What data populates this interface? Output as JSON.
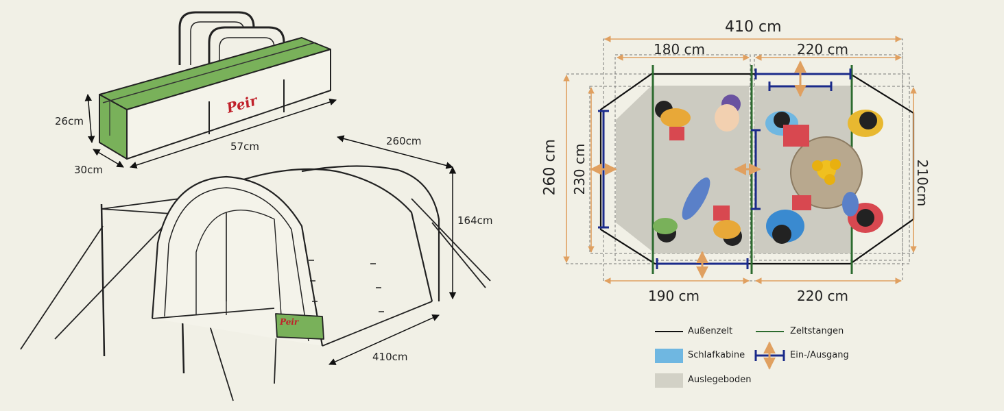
{
  "bag": {
    "brand": "Peir",
    "height": "26cm",
    "depth": "30cm",
    "length": "57cm"
  },
  "tent": {
    "brand": "Peir",
    "depth": "260cm",
    "height": "164cm",
    "length": "410cm"
  },
  "floorplan": {
    "total_length": "410 cm",
    "top_left": "180 cm",
    "top_right": "220 cm",
    "bottom_left": "190 cm",
    "bottom_right": "220 cm",
    "outer_depth": "260 cm",
    "inner_depth": "230 cm",
    "right_depth": "210cm"
  },
  "legend": {
    "items": [
      {
        "label": "Außenzelt",
        "color": "#111111"
      },
      {
        "label": "Zeltstangen",
        "color": "#2c6b2f"
      },
      {
        "label": "Schlafkabine",
        "color": "#6fb7e1"
      },
      {
        "label": "Ein-/Ausgang",
        "color": "#1a2a8a"
      },
      {
        "label": "Auslegeboden",
        "color": "#d2d1c6"
      }
    ]
  },
  "colors": {
    "background": "#f1f0e6",
    "bag_green": "#79b15a",
    "dimension_orange": "#e0a060",
    "entrance_blue": "#1a2a8a",
    "pole_green": "#2c6b2f",
    "floor_gray": "#cccbc1"
  }
}
